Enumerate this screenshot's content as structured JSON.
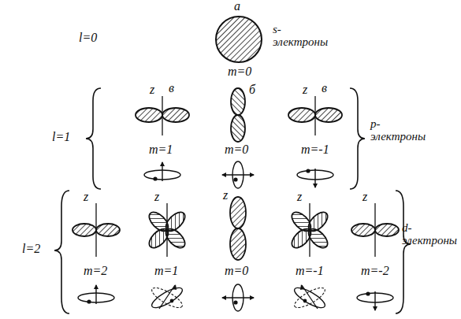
{
  "diagram": {
    "labels": [
      "a",
      "l=0",
      "s- электроны",
      "m=0",
      "l=1",
      "z",
      "в",
      "б",
      "z",
      "в",
      "m=1",
      "m=0",
      "m=-1",
      "p- электроны",
      "l=2",
      "z",
      "z",
      "z",
      "z",
      "z",
      "m=2",
      "m=1",
      "m=0",
      "m=-1",
      "m=-2",
      "d- электроны"
    ]
  }
}
